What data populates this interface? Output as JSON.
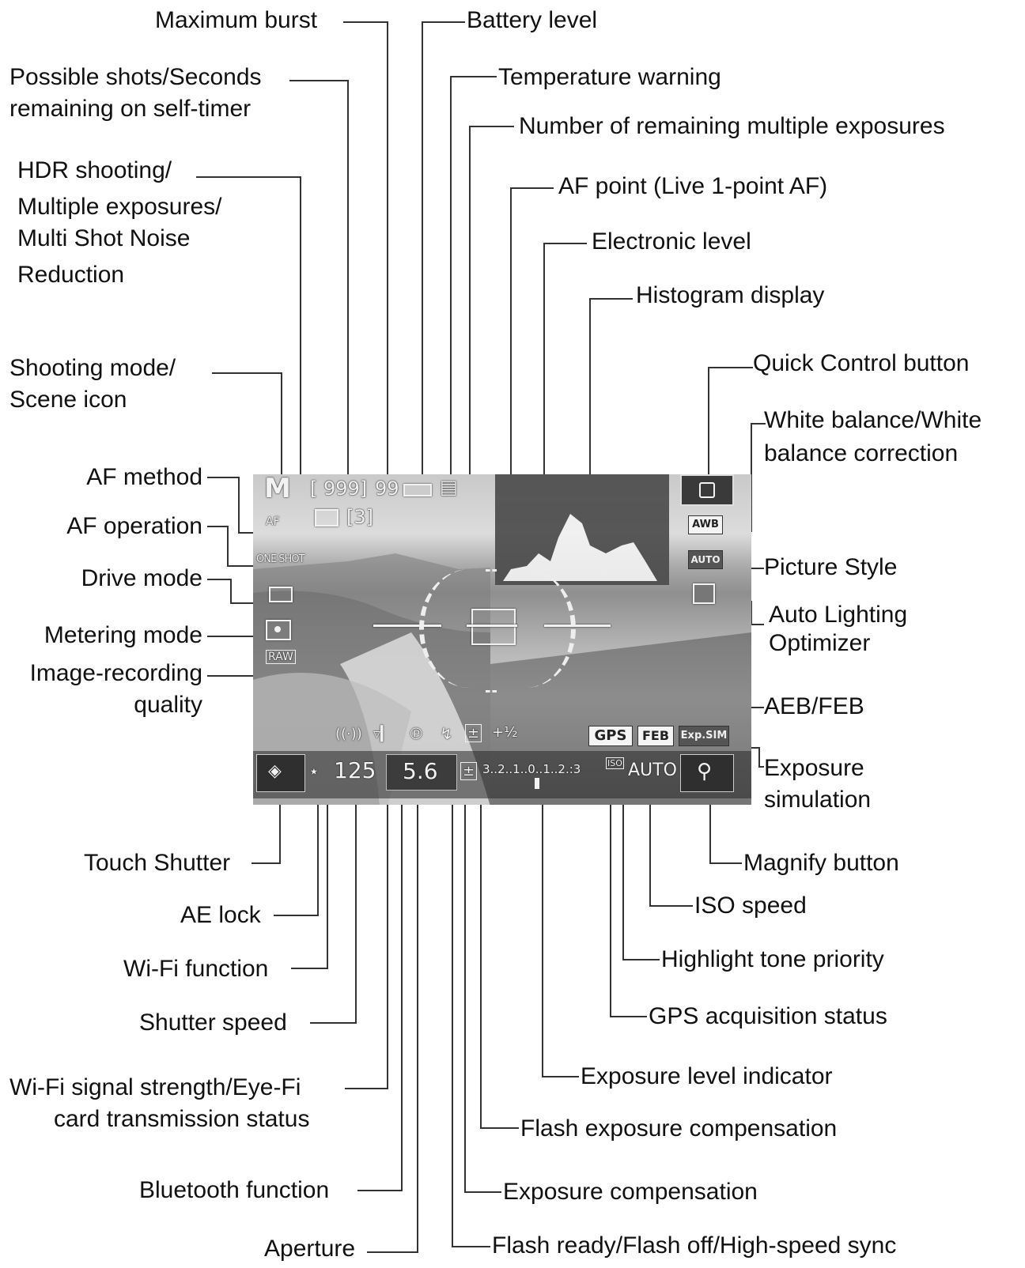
{
  "screen": {
    "mode_icon": "M",
    "shots_remaining": "[ 999]",
    "max_burst": "99",
    "multi_exposures": "[3]",
    "af_method": "AF",
    "af_operation": "ONE SHOT",
    "awb": "AWB",
    "picture_style": "AUTO",
    "quality": "RAW",
    "shutter": "125",
    "aperture": "5.6",
    "exposure_scale": "3..2..1..0..1..2.:3",
    "iso_prefix": "ISO",
    "iso": "AUTO",
    "gps": "GPS",
    "feb": "FEB",
    "expsim": "Exp.SIM"
  },
  "labels": {
    "maximum_burst": "Maximum burst",
    "battery_level": "Battery level",
    "possible_shots_1": "Possible shots/Seconds",
    "possible_shots_2": "remaining on self-timer",
    "temperature_warning": "Temperature warning",
    "remaining_multiple": "Number of remaining multiple exposures",
    "hdr_1": "HDR shooting/",
    "hdr_2": "Multiple exposures/",
    "hdr_3": "Multi Shot Noise",
    "hdr_4": "Reduction",
    "af_point": "AF point (Live 1-point AF)",
    "electronic_level": "Electronic level",
    "histogram_display": "Histogram display",
    "shooting_mode_1": "Shooting mode/",
    "shooting_mode_2": "Scene icon",
    "quick_control": "Quick Control button",
    "white_balance_1": "White balance/White",
    "white_balance_2": "balance correction",
    "af_method": "AF method",
    "af_operation": "AF operation",
    "picture_style": "Picture Style",
    "drive_mode": "Drive mode",
    "auto_lighting_1": "Auto Lighting",
    "auto_lighting_2": "Optimizer",
    "metering_mode": "Metering mode",
    "image_quality_1": "Image-recording",
    "image_quality_2": "quality",
    "aeb_feb": "AEB/FEB",
    "exposure_sim_1": "Exposure",
    "exposure_sim_2": "simulation",
    "touch_shutter": "Touch Shutter",
    "magnify_button": "Magnify button",
    "ae_lock": "AE lock",
    "iso_speed": "ISO speed",
    "wifi_function": "Wi-Fi function",
    "highlight_tone": "Highlight tone priority",
    "shutter_speed": "Shutter speed",
    "gps_status": "GPS acquisition status",
    "wifi_signal_1": "Wi-Fi signal strength/Eye-Fi",
    "wifi_signal_2": "card transmission status",
    "exposure_level": "Exposure level indicator",
    "flash_exp_comp": "Flash exposure compensation",
    "bluetooth": "Bluetooth function",
    "exposure_comp": "Exposure compensation",
    "aperture": "Aperture",
    "flash_ready": "Flash ready/Flash off/High-speed sync"
  }
}
